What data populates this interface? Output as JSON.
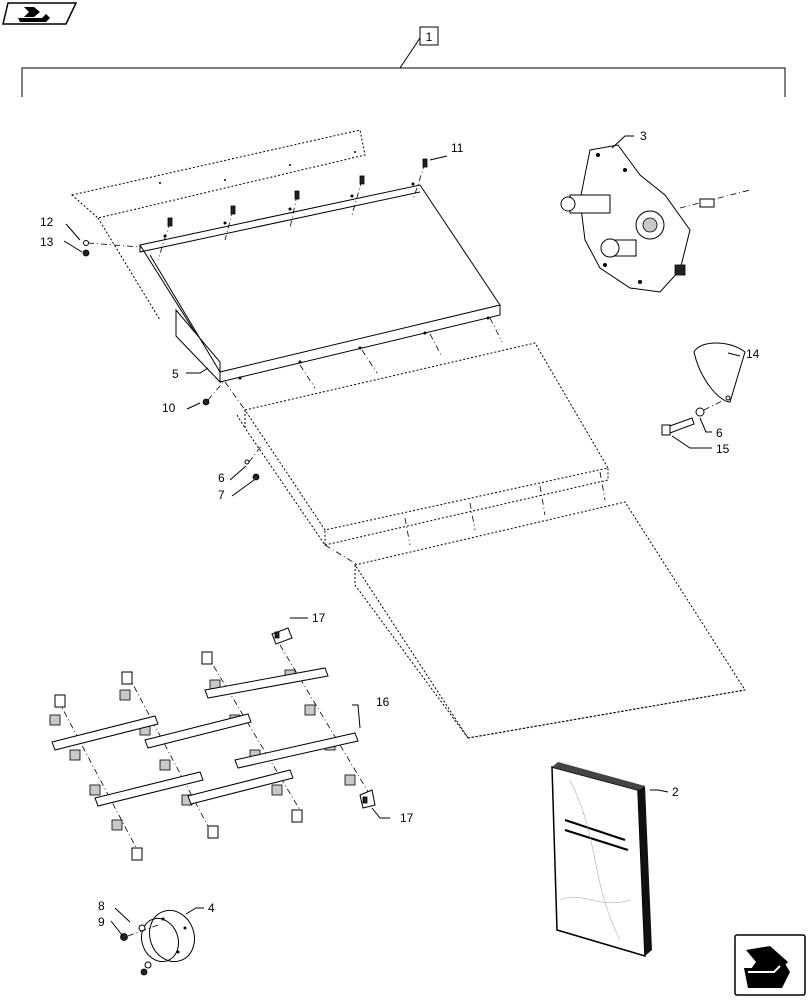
{
  "callouts": {
    "c1": "1",
    "c2": "2",
    "c3": "3",
    "c4": "4",
    "c5": "5",
    "c6a": "6",
    "c6b": "6",
    "c7": "7",
    "c8": "8",
    "c9": "9",
    "c10": "10",
    "c11": "11",
    "c12": "12",
    "c13": "13",
    "c14": "14",
    "c15": "15",
    "c16": "16",
    "c17a": "17",
    "c17b": "17"
  },
  "icons": {
    "top_left": "back-arrow-icon",
    "bottom_right": "next-arrow-icon"
  },
  "colors": {
    "line": "#000000",
    "background": "#ffffff"
  }
}
